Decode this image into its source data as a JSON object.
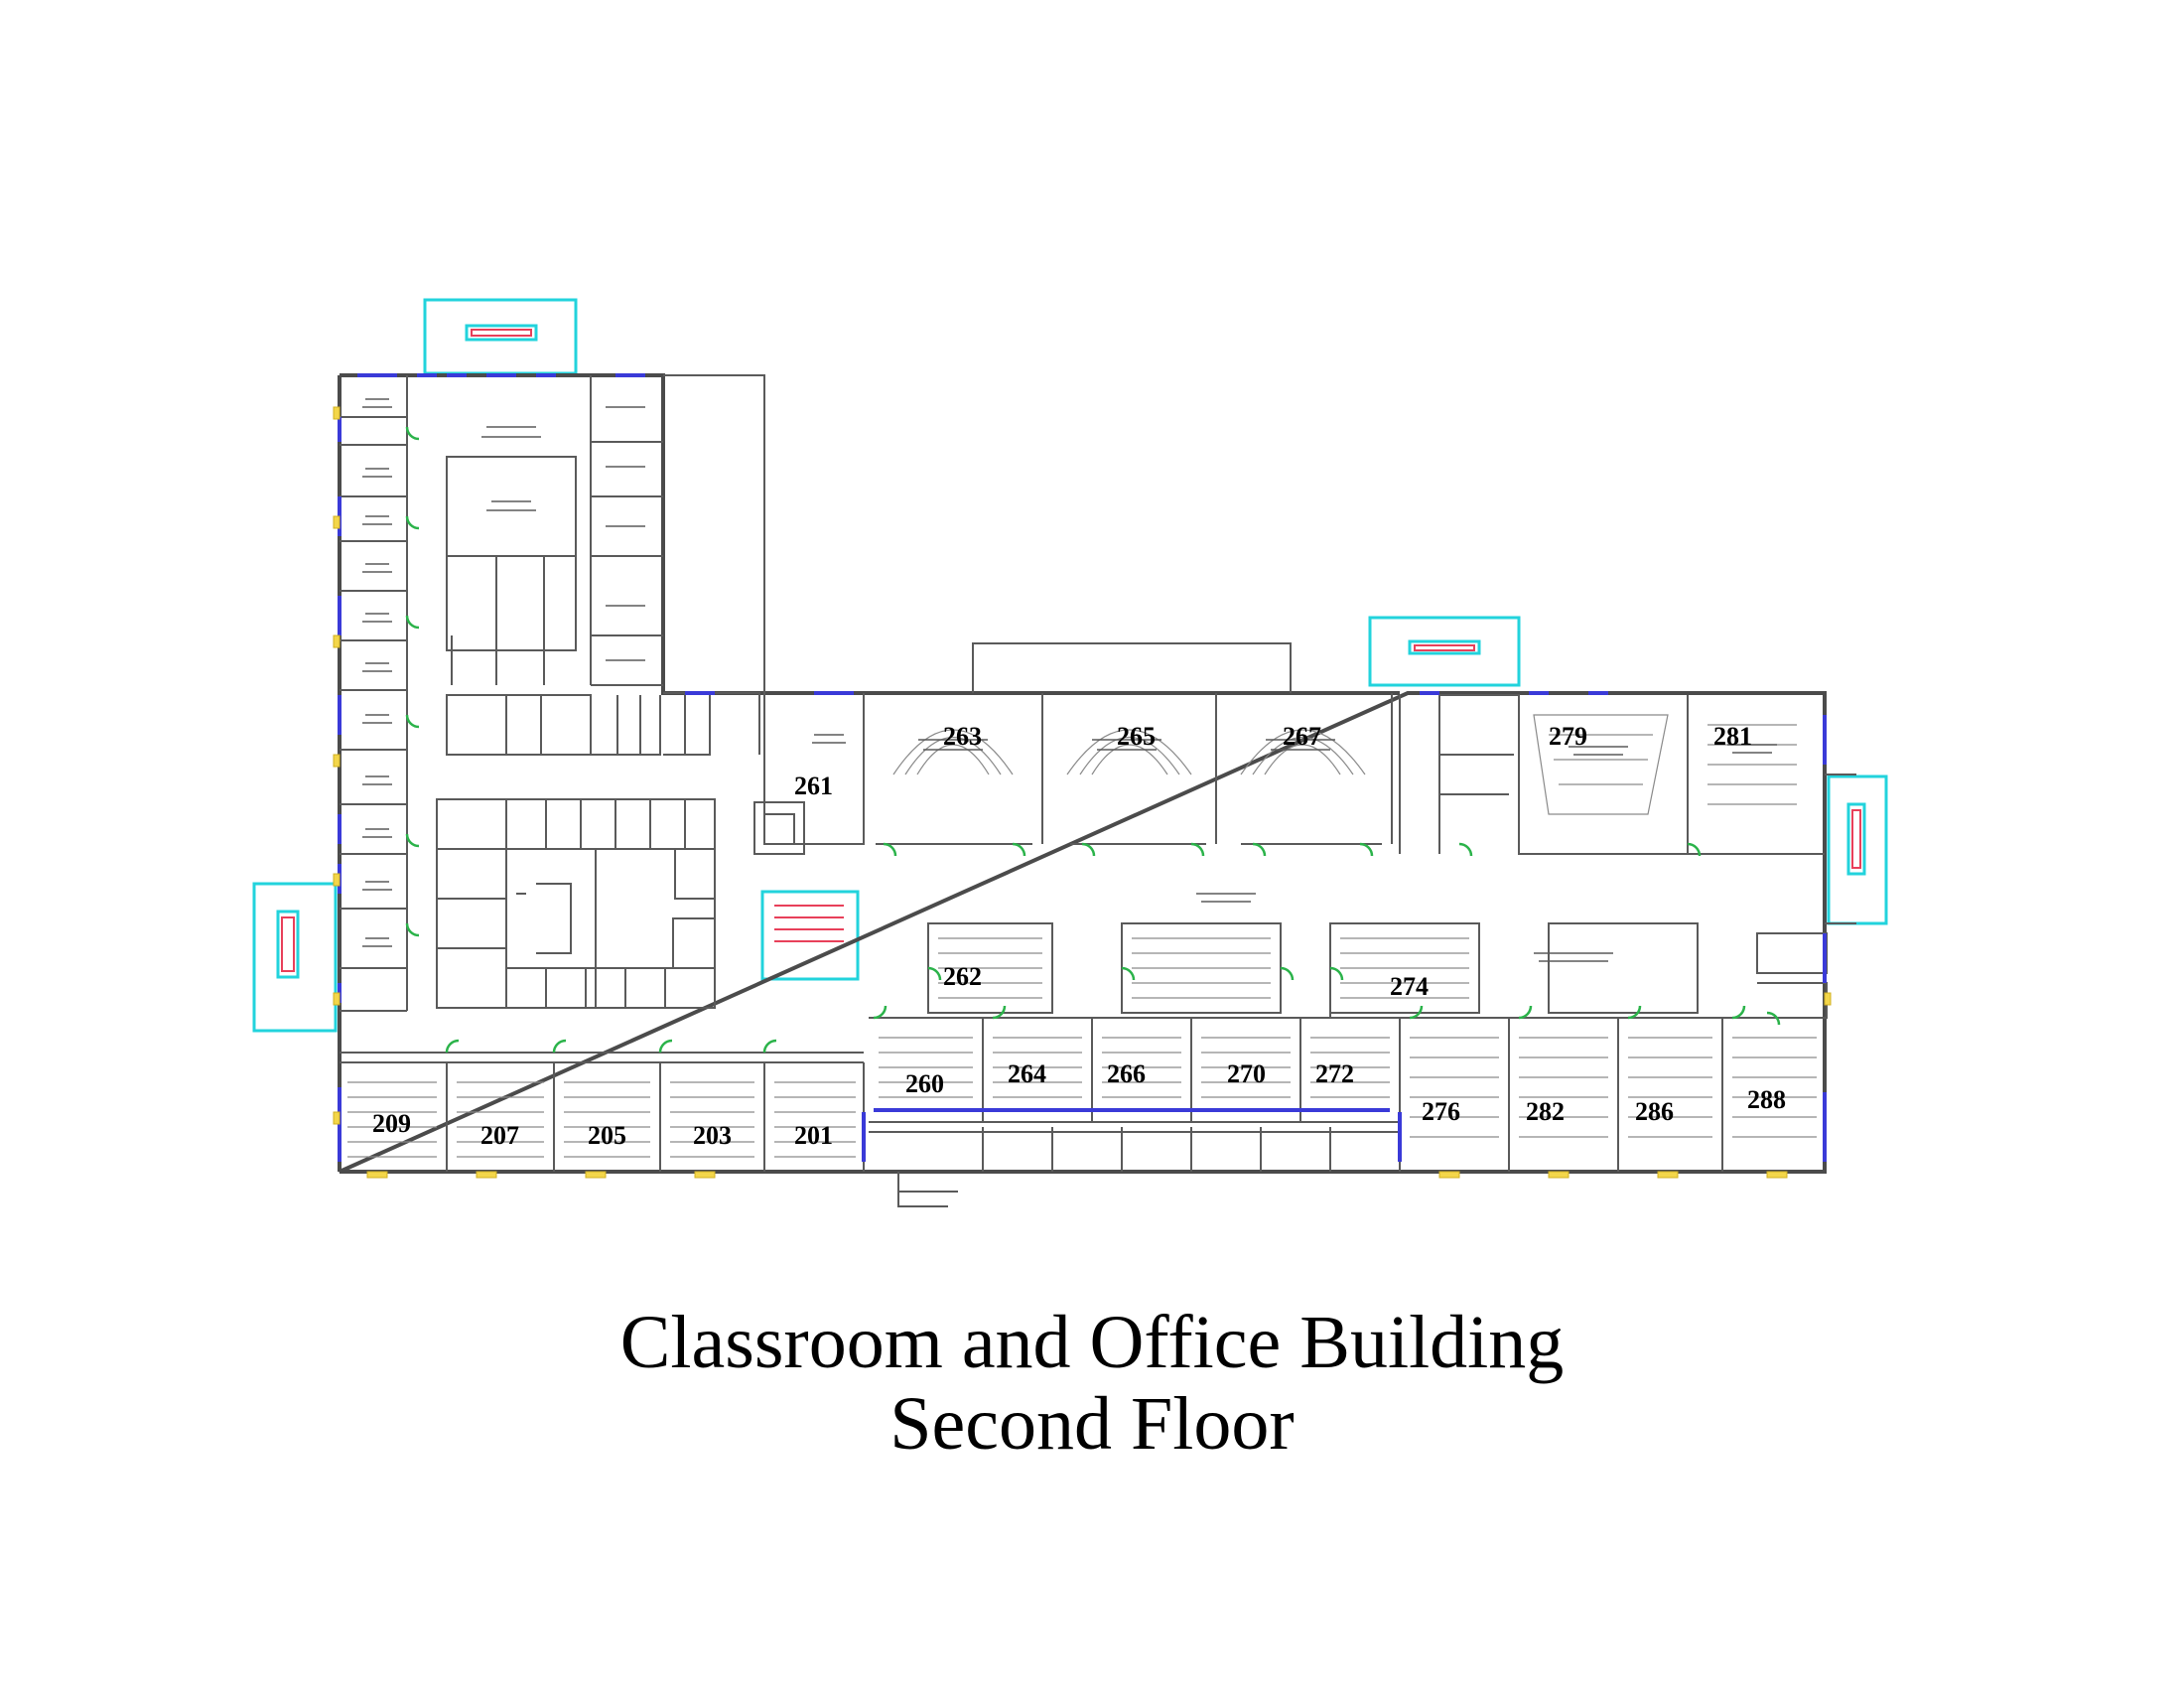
{
  "title_line1": "Classroom and Office Building",
  "title_line2": "Second Floor",
  "colors": {
    "walls": "#4b4b4b",
    "stairs": "#22d3dc",
    "doors": "#2bb34a",
    "windows": "#3a3ad8",
    "columns": "#f3d64a"
  },
  "rooms": [
    {
      "id": "201",
      "label": "201"
    },
    {
      "id": "203",
      "label": "203"
    },
    {
      "id": "205",
      "label": "205"
    },
    {
      "id": "207",
      "label": "207"
    },
    {
      "id": "209",
      "label": "209"
    },
    {
      "id": "260",
      "label": "260"
    },
    {
      "id": "261",
      "label": "261"
    },
    {
      "id": "262",
      "label": "262"
    },
    {
      "id": "263",
      "label": "263"
    },
    {
      "id": "264",
      "label": "264"
    },
    {
      "id": "265",
      "label": "265"
    },
    {
      "id": "266",
      "label": "266"
    },
    {
      "id": "267",
      "label": "267"
    },
    {
      "id": "270",
      "label": "270"
    },
    {
      "id": "272",
      "label": "272"
    },
    {
      "id": "274",
      "label": "274"
    },
    {
      "id": "276",
      "label": "276"
    },
    {
      "id": "279",
      "label": "279"
    },
    {
      "id": "281",
      "label": "281"
    },
    {
      "id": "282",
      "label": "282"
    },
    {
      "id": "286",
      "label": "286"
    },
    {
      "id": "288",
      "label": "288"
    }
  ]
}
